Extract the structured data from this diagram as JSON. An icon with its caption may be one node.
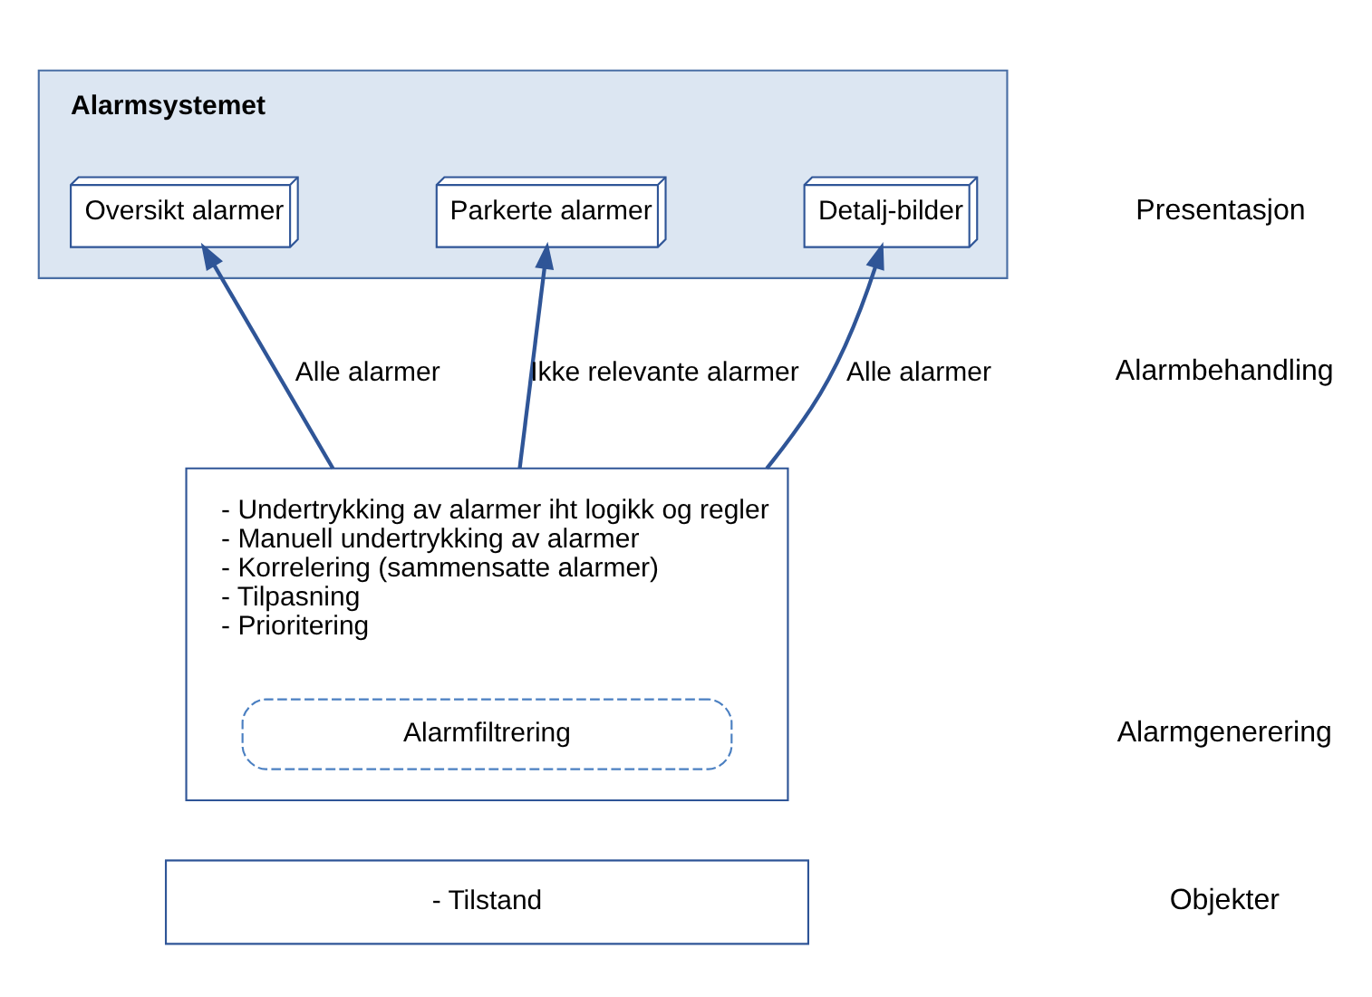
{
  "diagram": {
    "nodes": [
      {
        "text": [
          "Alarmsystemet"
        ]
      },
      {
        "text": [
          "Oversikt alarmer"
        ],
        "in": 0
      },
      {
        "text": [
          "Parkerte alarmer"
        ],
        "in": 0
      },
      {
        "text": [
          "Detalj-bilder"
        ],
        "in": 0
      },
      {
        "text": [
          "- Undertrykking av alarmer iht logikk og regler",
          "- Manuell undertrykking av alarmer",
          "- Korrelering (sammensatte alarmer)",
          "- Tilpasning",
          "- Prioritering"
        ]
      },
      {
        "text": [
          "Alarmfiltrering"
        ],
        "in": 4
      },
      {
        "text": [
          "- Tilstand"
        ]
      }
    ],
    "edges": [
      {
        "from": 4,
        "to": 1,
        "arrow": "to",
        "label": "Alle alarmer"
      },
      {
        "from": 4,
        "to": 2,
        "arrow": "to",
        "label": "Ikke relevante alarmer"
      },
      {
        "from": 4,
        "to": 3,
        "arrow": "to",
        "label": "Alle alarmer"
      }
    ],
    "labels": [
      "Presentasjon",
      "Alarmbehandling",
      "Alarmgenerering",
      "Objekter"
    ]
  }
}
